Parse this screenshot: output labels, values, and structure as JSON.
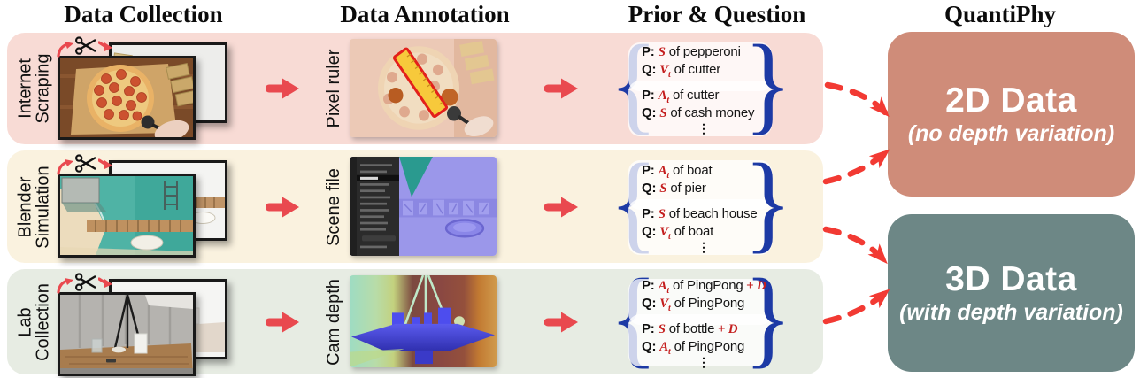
{
  "headers": {
    "collection": "Data Collection",
    "annotation": "Data Annotation",
    "prior": "Prior & Question",
    "quantiphy": "QuantiPhy"
  },
  "rows": [
    {
      "source": [
        "Internet",
        "Scraping"
      ],
      "annotation_label": "Pixel ruler",
      "qa": [
        {
          "prefix": "P:",
          "var": "S",
          "sub": "",
          "rest": "of pepperoni",
          "plus": ""
        },
        {
          "prefix": "Q:",
          "var": "V",
          "sub": "t",
          "rest": "of cutter",
          "plus": ""
        },
        {
          "prefix": "P:",
          "var": "A",
          "sub": "t",
          "rest": "of cutter",
          "plus": ""
        },
        {
          "prefix": "Q:",
          "var": "S",
          "sub": "",
          "rest": "of cash money",
          "plus": ""
        }
      ],
      "ellipsis": "⋮"
    },
    {
      "source": [
        "Blender",
        "Simulation"
      ],
      "annotation_label": "Scene file",
      "qa": [
        {
          "prefix": "P:",
          "var": "A",
          "sub": "t",
          "rest": "of boat",
          "plus": ""
        },
        {
          "prefix": "Q:",
          "var": "S",
          "sub": "",
          "rest": "of pier",
          "plus": ""
        },
        {
          "prefix": "P:",
          "var": "S",
          "sub": "",
          "rest": "of beach house",
          "plus": ""
        },
        {
          "prefix": "Q:",
          "var": "V",
          "sub": "t",
          "rest": "of boat",
          "plus": ""
        }
      ],
      "ellipsis": "⋮"
    },
    {
      "source": [
        "Lab",
        "Collection"
      ],
      "annotation_label": "Cam depth",
      "qa": [
        {
          "prefix": "P:",
          "var": "A",
          "sub": "t",
          "rest": "of PingPong",
          "plus": "+ D"
        },
        {
          "prefix": "Q:",
          "var": "V",
          "sub": "t",
          "rest": "of PingPong",
          "plus": ""
        },
        {
          "prefix": "P:",
          "var": "S",
          "sub": "",
          "rest": "of bottle",
          "plus": "+ D"
        },
        {
          "prefix": "Q:",
          "var": "A",
          "sub": "t",
          "rest": "of PingPong",
          "plus": ""
        }
      ],
      "ellipsis": "⋮"
    }
  ],
  "outputs": [
    {
      "title": "2D Data",
      "subtitle": "(no depth variation)"
    },
    {
      "title": "3D Data",
      "subtitle": "(with depth variation)"
    }
  ],
  "chars": {
    "lbrace": "{",
    "rbrace": "}"
  },
  "colors": {
    "band1": "#f8dbd5",
    "band2": "#faf2df",
    "band3": "#e7ece3",
    "box2d": "#cf8c79",
    "box3d": "#6d8786",
    "arrow": "#e9494f",
    "dash": "#f23a33",
    "brace": "#1d3aa5",
    "varred": "#c41e1e"
  }
}
